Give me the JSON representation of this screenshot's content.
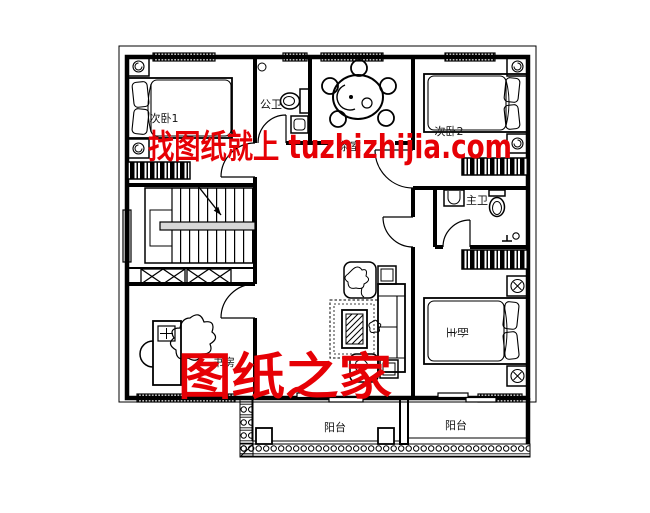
{
  "page": {
    "background": "#ffffff",
    "line_color": "#000000"
  },
  "watermarks": {
    "banner_text": "找图纸就上 tuzhizhijia.com",
    "stamp_text": "图纸之家",
    "color": "#e60005"
  },
  "rooms": {
    "bedroom1": "次卧1",
    "public_bath": "公卫",
    "tea_room": "茶室",
    "bedroom2": "次卧2",
    "master_bath": "主卫",
    "master_bedroom": "主卧",
    "study": "书房",
    "balcony_left": "阳台",
    "balcony_right": "阳台"
  }
}
